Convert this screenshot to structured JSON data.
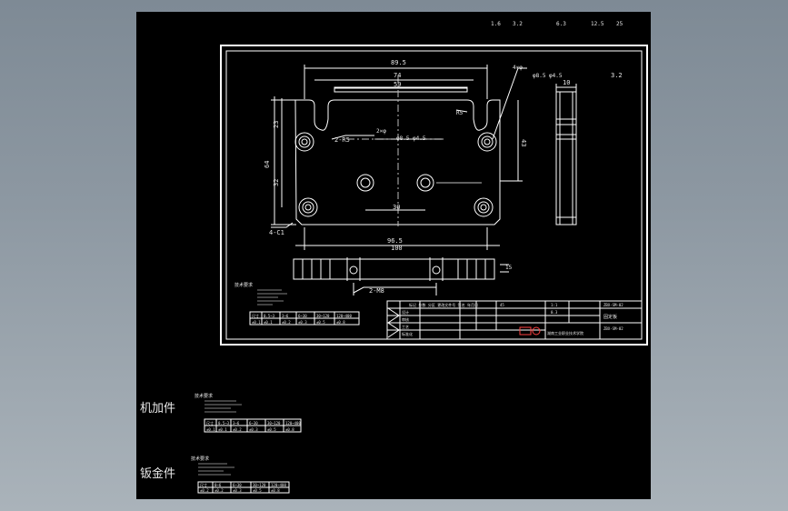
{
  "colors": {
    "background": "#87939d",
    "sheet": "#000000",
    "lines": "#ffffff",
    "symbol": "#ff4040"
  },
  "roughness": {
    "main_mark": "3.2",
    "legend_marks": [
      "1.6",
      "3.2",
      "6.3",
      "12.5",
      "25"
    ]
  },
  "dimensions": {
    "outer_width": "89.5",
    "step_width": "74",
    "inner_width": "59",
    "bottom_width": "96.5",
    "overall_width": "100",
    "left_upper": "23",
    "left_lower": "32",
    "left_total": "64",
    "right_height": "43",
    "hole_spacing": "30",
    "side_thickness": "10",
    "side_depth": "15",
    "corner_chamfer": "4-C1",
    "corner_radius": "2-R5",
    "radius": "R5",
    "thread_hole": "2-M8",
    "hole_callout_top": "4×φ",
    "hole_callout_mid": "2×φ",
    "hole_spec": "φ8.5  φ4.5",
    "hole_depth": "4.5",
    "section_label": "2-M8"
  },
  "left_notes": {
    "heading": "技术要求",
    "table_headers": [
      "尺寸",
      "0.5~3",
      "3~6",
      "6~30",
      "30~120",
      "120~400"
    ],
    "table_values": [
      "±0.1",
      "±0.1",
      "±0.2",
      "±0.3",
      "±0.5",
      "±0.8"
    ]
  },
  "title_block": {
    "header": "标记 处数 分区 更改文件号 签名 年月日",
    "rows": [
      "设计",
      "审核",
      "工艺",
      "标准化",
      "批准"
    ],
    "material": "45",
    "scale": "1:1",
    "weight": "0.3",
    "drawing_no": "ZBX-SM-02",
    "part_name": "固定板",
    "company": "湖南工业职业技术学院"
  },
  "side_notes": {
    "machined": {
      "label": "机加件",
      "heading": "技术要求",
      "table_headers": [
        "尺寸",
        "0.5~3",
        "3~6",
        "6~30",
        "30~120",
        "120~400"
      ],
      "table_values": [
        "±0.1",
        "±0.1",
        "±0.2",
        "±0.3",
        "±0.5",
        "±0.8"
      ]
    },
    "sheet_metal": {
      "label": "钣金件",
      "heading": "技术要求",
      "table_headers": [
        "尺寸",
        "0~6",
        "6~30",
        "30~120",
        "120~400"
      ],
      "table_values": [
        "±0.2",
        "±0.2",
        "±0.3",
        "±0.5",
        "±0.8"
      ]
    }
  }
}
